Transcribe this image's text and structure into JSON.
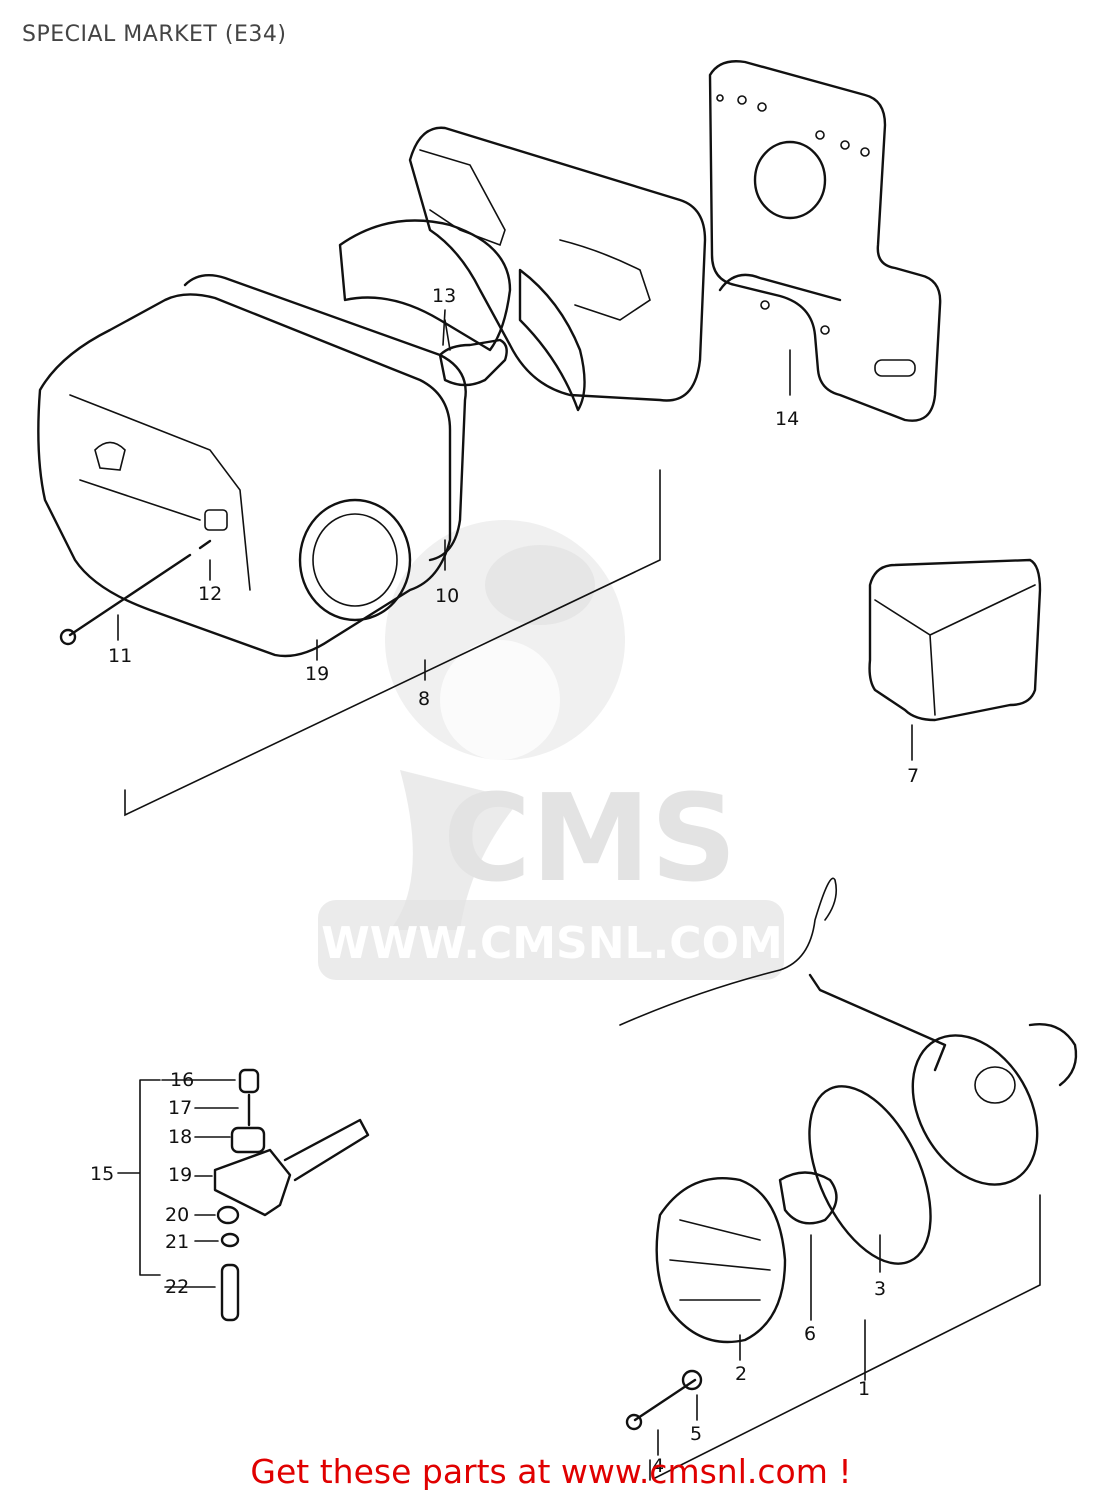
{
  "title": "SPECIAL MARKET (E34)",
  "watermark": {
    "brand": "CMS",
    "url": "WWW.CMSNL.COM"
  },
  "part_labels": {
    "p1": "1",
    "p2": "2",
    "p3": "3",
    "p4": "4",
    "p5": "5",
    "p6": "6",
    "p7": "7",
    "p8": "8",
    "p10": "10",
    "p11": "11",
    "p12": "12",
    "p13": "13",
    "p14": "14",
    "p15": "15",
    "p16": "16",
    "p17": "17",
    "p18": "18",
    "p19a": "19",
    "p19b": "19",
    "p20": "20",
    "p21": "21",
    "p22": "22"
  },
  "promo_link": "Get these parts at www.cmsnl.com !",
  "colors": {
    "promo": "#e00000",
    "line": "#111111",
    "watermark": "#e3e3e3"
  }
}
